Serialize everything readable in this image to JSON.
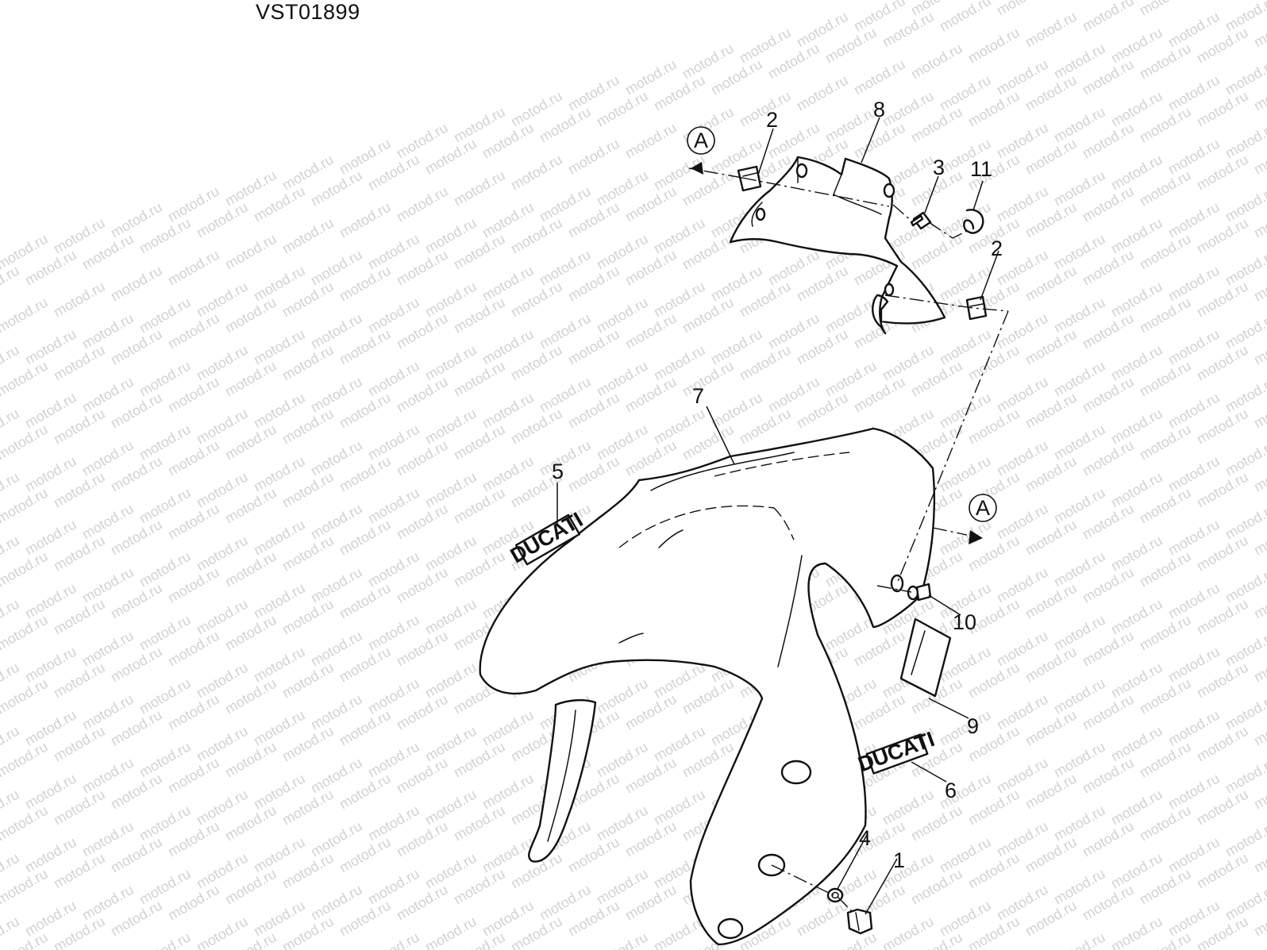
{
  "drawing_code": "VST01899",
  "watermark_text": "motod.ru",
  "reference_marker": "A",
  "callouts": [
    {
      "id": "callout-1",
      "label": "1"
    },
    {
      "id": "callout-2-top",
      "label": "2"
    },
    {
      "id": "callout-2-right",
      "label": "2"
    },
    {
      "id": "callout-3",
      "label": "3"
    },
    {
      "id": "callout-4",
      "label": "4"
    },
    {
      "id": "callout-5",
      "label": "5"
    },
    {
      "id": "callout-6",
      "label": "6"
    },
    {
      "id": "callout-7",
      "label": "7"
    },
    {
      "id": "callout-8",
      "label": "8"
    },
    {
      "id": "callout-9",
      "label": "9"
    },
    {
      "id": "callout-10",
      "label": "10"
    },
    {
      "id": "callout-11",
      "label": "11"
    }
  ],
  "decal_text": "DUCATI",
  "colors": {
    "line": "#111111",
    "watermark": "#d2d2d2",
    "background": "#ffffff"
  }
}
